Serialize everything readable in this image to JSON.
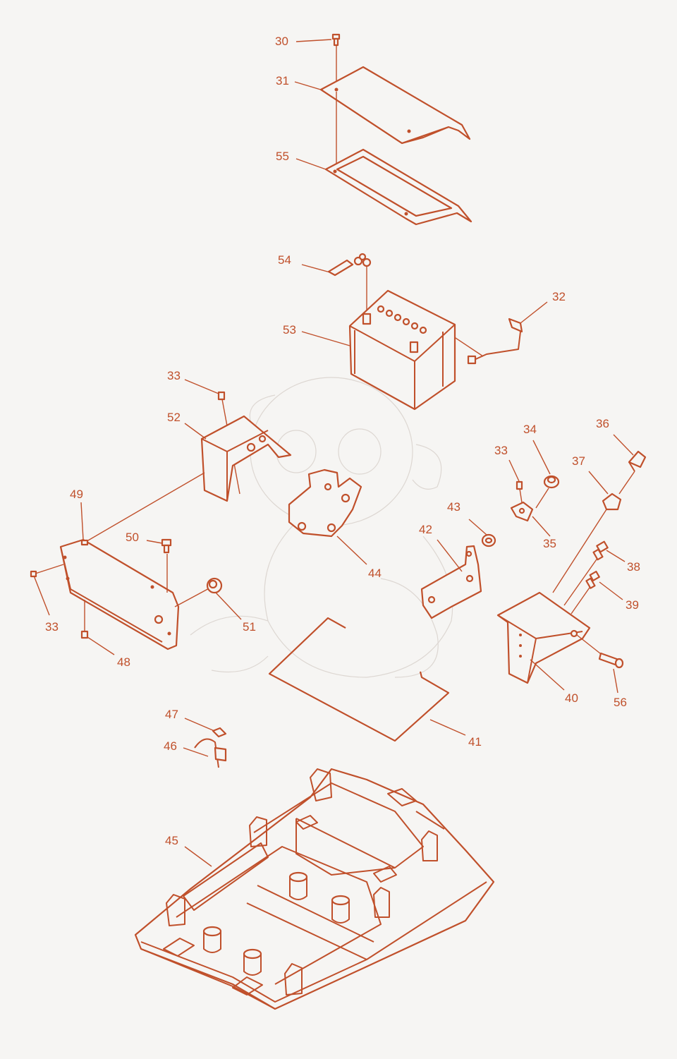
{
  "diagram": {
    "accent_color": "#c0502b",
    "background_color": "#f6f5f3",
    "callouts": [
      "30",
      "31",
      "55",
      "54",
      "32",
      "53",
      "33",
      "52",
      "44",
      "34",
      "36",
      "33",
      "37",
      "43",
      "35",
      "42",
      "49",
      "50",
      "38",
      "39",
      "51",
      "33",
      "48",
      "40",
      "56",
      "47",
      "41",
      "46",
      "45"
    ]
  }
}
